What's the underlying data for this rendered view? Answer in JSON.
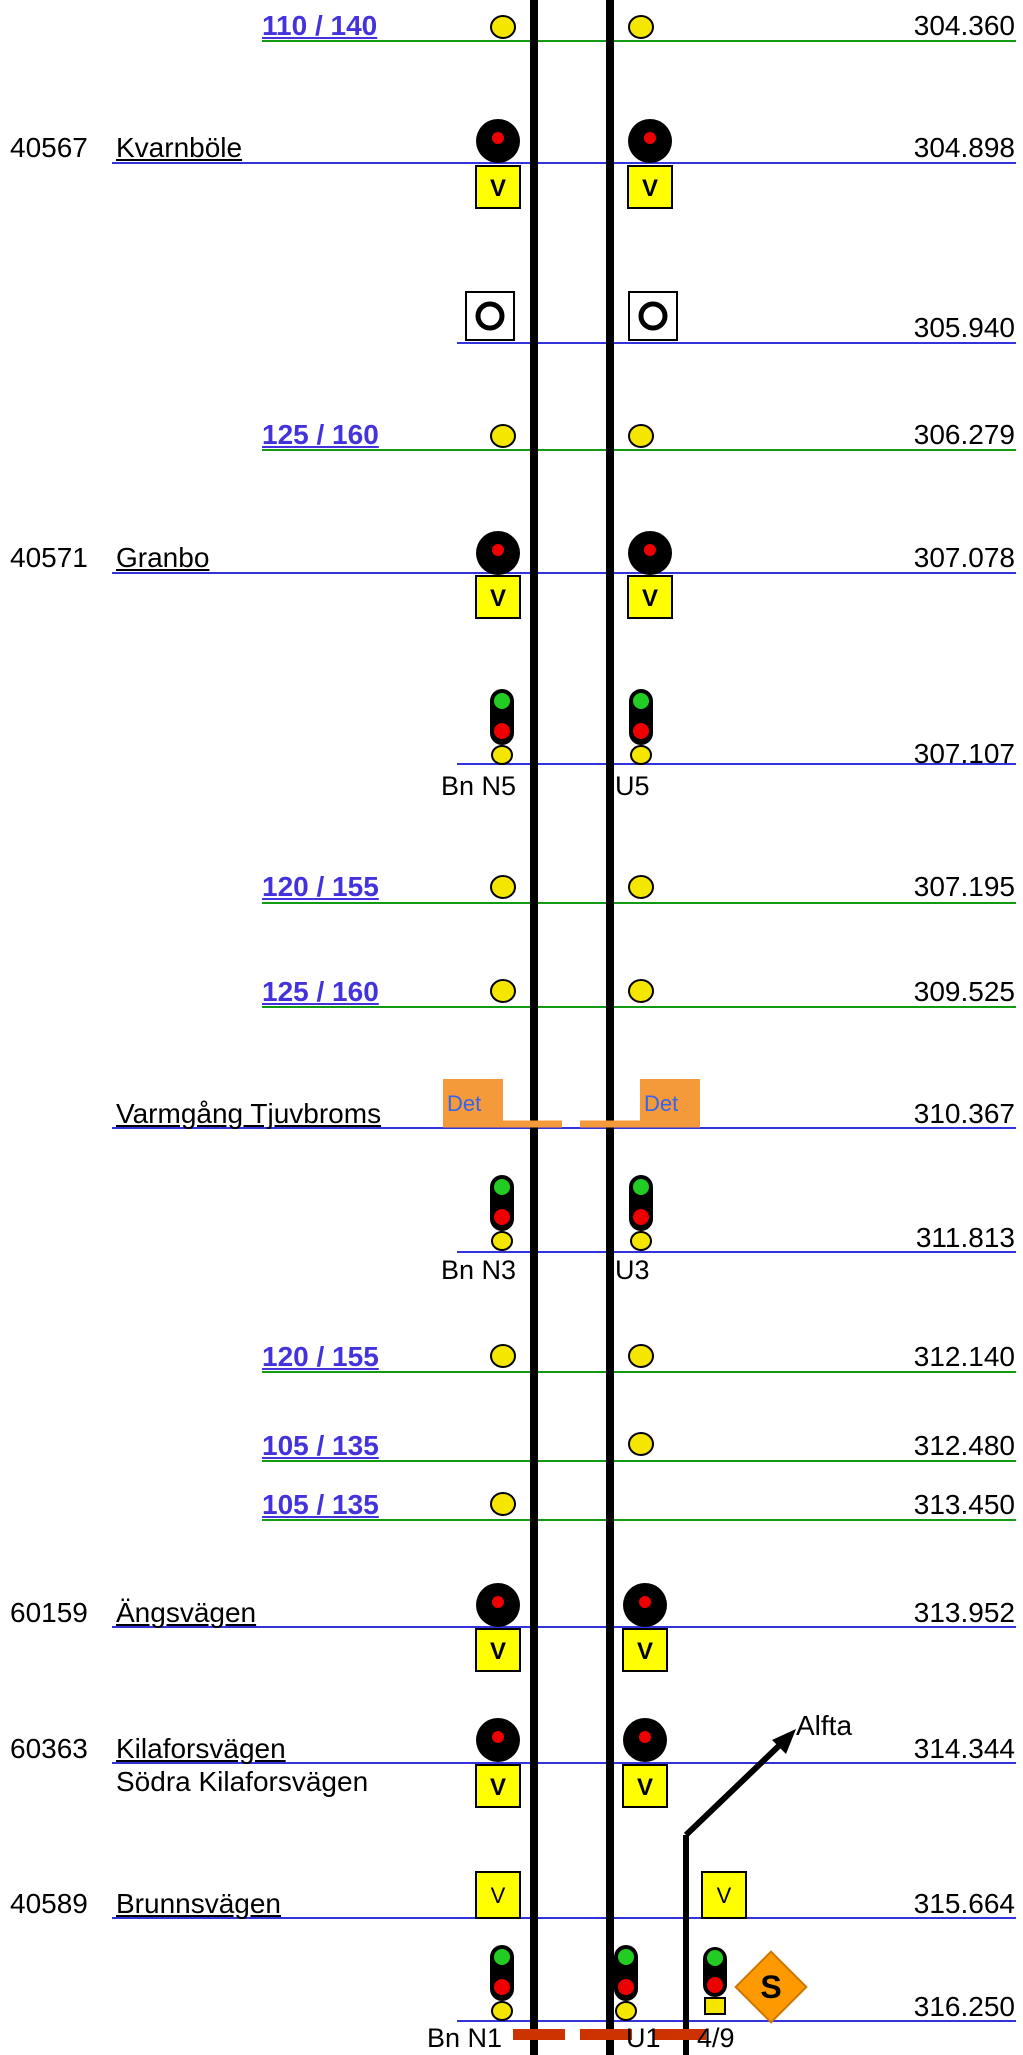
{
  "diagram": {
    "rows": [
      {
        "id": "r1",
        "km": "304.360",
        "speed": "110 / 140"
      },
      {
        "id": "r2",
        "km": "304.898",
        "code": "40567",
        "name": "Kvarnböle",
        "v_left": "V",
        "v_right": "V"
      },
      {
        "id": "r3",
        "km": "305.940"
      },
      {
        "id": "r4",
        "km": "306.279",
        "speed": "125 / 160"
      },
      {
        "id": "r5",
        "km": "307.078",
        "code": "40571",
        "name": "Granbo",
        "v_left": "V",
        "v_right": "V"
      },
      {
        "id": "r6",
        "km": "307.107",
        "sig_left": "Bn N5",
        "sig_right": "U5"
      },
      {
        "id": "r7",
        "km": "307.195",
        "speed": "120 / 155"
      },
      {
        "id": "r8",
        "km": "309.525",
        "speed": "125 / 160"
      },
      {
        "id": "r9",
        "km": "310.367",
        "name": "Varmgång Tjuvbroms",
        "det_left": "Det",
        "det_right": "Det"
      },
      {
        "id": "r10",
        "km": "311.813",
        "sig_left": "Bn N3",
        "sig_right": "U3"
      },
      {
        "id": "r11",
        "km": "312.140",
        "speed": "120 / 155"
      },
      {
        "id": "r12",
        "km": "312.480",
        "speed": "105 / 135"
      },
      {
        "id": "r13",
        "km": "313.450",
        "speed": "105 / 135"
      },
      {
        "id": "r14",
        "km": "313.952",
        "code": "60159",
        "name": "Ängsvägen",
        "v_left": "V",
        "v_right": "V"
      },
      {
        "id": "r15",
        "km": "314.344",
        "code": "60363",
        "name": "Kilaforsvägen",
        "name2": "Södra Kilaforsvägen",
        "v_left": "V",
        "v_right": "V"
      },
      {
        "id": "r16",
        "km": "315.664",
        "code": "40589",
        "name": "Brunnsvägen",
        "v_left": "V",
        "v_right": "V"
      },
      {
        "id": "r17",
        "km": "316.250",
        "sig_left": "Bn N1",
        "sig_right": "U1",
        "sig_branch": "4/9"
      }
    ],
    "branch_label": "Alfta",
    "sign_letter": "S",
    "colors": {
      "green_line": "#129a12",
      "blue_line": "#3333dd",
      "speed_text": "#4433dd",
      "sign_yellow": "#ffff00",
      "balise_yellow": "#f5e600",
      "signal_red": "#ee0000",
      "signal_green": "#22cc22",
      "det_orange": "#f59a3a",
      "sign_orange": "#ff9900",
      "catenary_red": "#cc3300"
    }
  }
}
